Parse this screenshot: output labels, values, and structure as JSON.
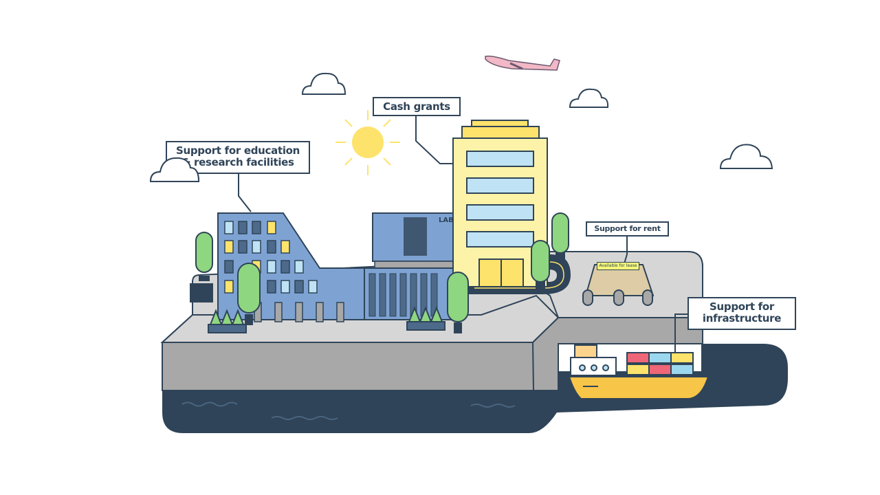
{
  "labels": {
    "cash_grants": "Cash grants",
    "education_line1": "Support for education",
    "education_line2": "& research facilities",
    "rent": "Support for rent",
    "infrastructure_line1": "Support for",
    "infrastructure_line2": "infrastructure"
  },
  "signs": {
    "lease_sign": "Available for lease",
    "lab_sign": "LAB"
  },
  "colors": {
    "navy": "#2f4458",
    "ground_top": "#d6d6d6",
    "ground_side": "#a8a8a8",
    "blue_building": "#7ea3d3",
    "yellow_building": "#fdf3a8",
    "sun": "#fde36b",
    "tree": "#8fd680",
    "plane": "#f2b8c6"
  }
}
